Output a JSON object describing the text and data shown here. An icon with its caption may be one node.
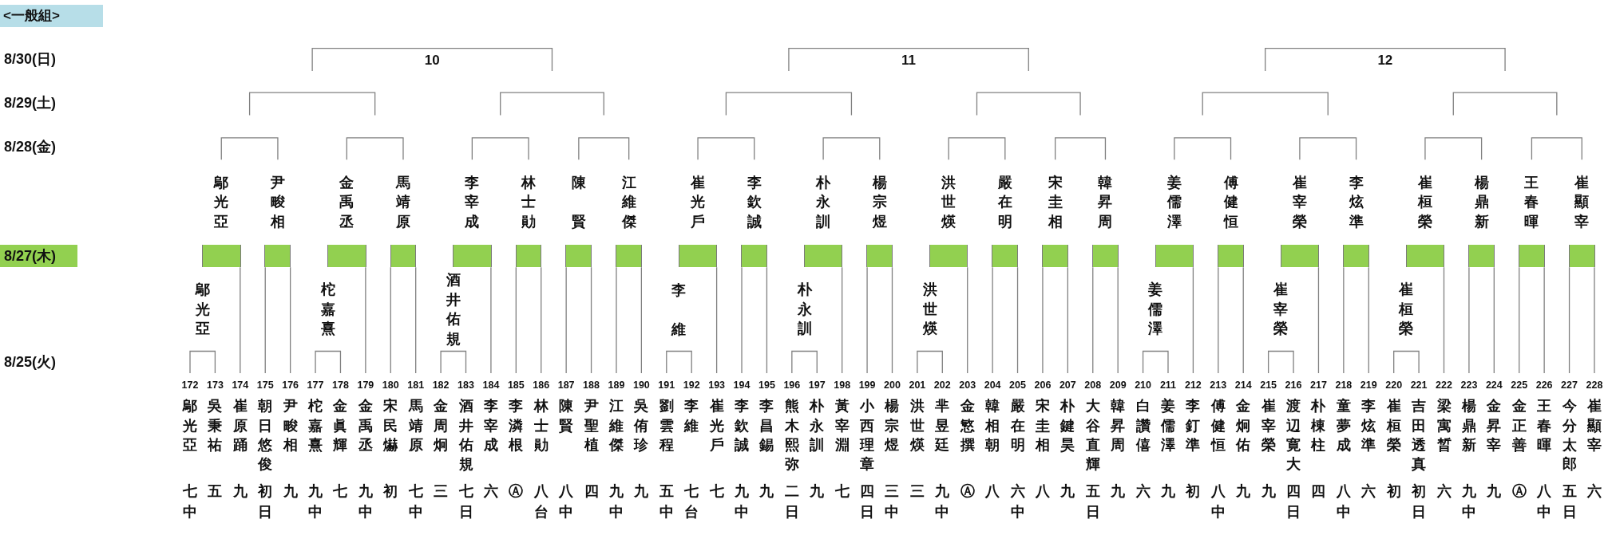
{
  "diagram": {
    "nodes": [
      {
        "text": [
          "<一般組>"
        ]
      },
      {
        "text": [
          "鄔光亞"
        ]
      },
      {
        "text": [
          "尹畯相"
        ]
      },
      {
        "text": [
          "金禹丞"
        ]
      },
      {
        "text": [
          "馬靖原"
        ]
      },
      {
        "text": [
          "李宰成"
        ]
      },
      {
        "text": [
          "林士勛"
        ]
      },
      {
        "text": [
          "陳賢"
        ]
      },
      {
        "text": [
          "江維傑"
        ]
      },
      {
        "text": [
          "崔光戶"
        ]
      },
      {
        "text": [
          "李欽誠"
        ]
      },
      {
        "text": [
          "朴永訓"
        ]
      },
      {
        "text": [
          "楊宗煜"
        ]
      },
      {
        "text": [
          "洪世煐"
        ]
      },
      {
        "text": [
          "嚴在明"
        ]
      },
      {
        "text": [
          "宋圭相"
        ]
      },
      {
        "text": [
          "韓昇周"
        ]
      },
      {
        "text": [
          "姜儒澤"
        ]
      },
      {
        "text": [
          "傅健恒"
        ]
      },
      {
        "text": [
          "崔宰榮"
        ]
      },
      {
        "text": [
          "李炫準"
        ]
      },
      {
        "text": [
          "崔桓榮"
        ]
      },
      {
        "text": [
          "楊鼎新"
        ]
      },
      {
        "text": [
          "王春暉"
        ]
      },
      {
        "text": [
          "崔顯宰"
        ]
      },
      {
        "text": [
          "8/27(木)"
        ]
      },
      {
        "text": [],
        "shape": "bar"
      },
      {
        "text": [],
        "shape": "bar"
      },
      {
        "text": [],
        "shape": "bar"
      },
      {
        "text": [],
        "shape": "bar"
      },
      {
        "text": [],
        "shape": "bar"
      },
      {
        "text": [],
        "shape": "bar"
      },
      {
        "text": [],
        "shape": "bar"
      },
      {
        "text": [],
        "shape": "bar"
      },
      {
        "text": [],
        "shape": "bar"
      },
      {
        "text": [],
        "shape": "bar"
      },
      {
        "text": [],
        "shape": "bar"
      },
      {
        "text": [],
        "shape": "bar"
      },
      {
        "text": [],
        "shape": "bar"
      },
      {
        "text": [],
        "shape": "bar"
      },
      {
        "text": [],
        "shape": "bar"
      },
      {
        "text": [],
        "shape": "bar"
      },
      {
        "text": [],
        "shape": "bar"
      },
      {
        "text": [],
        "shape": "bar"
      },
      {
        "text": [],
        "shape": "bar"
      },
      {
        "text": [],
        "shape": "bar"
      },
      {
        "text": [],
        "shape": "bar"
      },
      {
        "text": [],
        "shape": "bar"
      },
      {
        "text": [],
        "shape": "bar"
      },
      {
        "text": [],
        "shape": "bar"
      },
      {
        "text": [
          "172",
          "鄔光亞",
          "七中"
        ]
      },
      {
        "text": [
          "173",
          "吳秉祐",
          "五"
        ]
      },
      {
        "text": [
          "174",
          "崔原踊",
          "九"
        ]
      },
      {
        "text": [
          "175",
          "朝日悠俊",
          "初日"
        ]
      },
      {
        "text": [
          "176",
          "尹畯相",
          "九"
        ]
      },
      {
        "text": [
          "177",
          "柁嘉熹",
          "九中"
        ]
      },
      {
        "text": [
          "178",
          "金眞輝",
          "七"
        ]
      },
      {
        "text": [
          "179",
          "金禹丞",
          "九中"
        ]
      },
      {
        "text": [
          "180",
          "宋民爀",
          "初"
        ]
      },
      {
        "text": [
          "181",
          "馬靖原",
          "七中"
        ]
      },
      {
        "text": [
          "182",
          "金周炯",
          "三"
        ]
      },
      {
        "text": [
          "183",
          "酒井佑規",
          "七日"
        ]
      },
      {
        "text": [
          "184",
          "李宰成",
          "六"
        ]
      },
      {
        "text": [
          "185",
          "李潾根",
          "Ⓐ"
        ]
      },
      {
        "text": [
          "186",
          "林士勛",
          "八台"
        ]
      },
      {
        "text": [
          "187",
          "陳賢",
          "八中"
        ]
      },
      {
        "text": [
          "188",
          "尹聖植",
          "四"
        ]
      },
      {
        "text": [
          "189",
          "江維傑",
          "九中"
        ]
      },
      {
        "text": [
          "190",
          "吳侑珍",
          "九"
        ]
      },
      {
        "text": [
          "191",
          "劉雲程",
          "五中"
        ]
      },
      {
        "text": [
          "192",
          "李維",
          "七台"
        ]
      },
      {
        "text": [
          "193",
          "崔光戶",
          "七"
        ]
      },
      {
        "text": [
          "194",
          "李欽誠",
          "九中"
        ]
      },
      {
        "text": [
          "195",
          "李昌錫",
          "九"
        ]
      },
      {
        "text": [
          "196",
          "熊木熙弥",
          "二日"
        ]
      },
      {
        "text": [
          "197",
          "朴永訓",
          "九"
        ]
      },
      {
        "text": [
          "198",
          "黃宰淵",
          "七"
        ]
      },
      {
        "text": [
          "199",
          "小西理章",
          "四日"
        ]
      },
      {
        "text": [
          "200",
          "楊宗煜",
          "三中"
        ]
      },
      {
        "text": [
          "201",
          "洪世煐",
          "三"
        ]
      },
      {
        "text": [
          "202",
          "芈昱廷",
          "九中"
        ]
      },
      {
        "text": [
          "203",
          "金慜撰",
          "Ⓐ"
        ]
      },
      {
        "text": [
          "204",
          "韓相朝",
          "八"
        ]
      },
      {
        "text": [
          "205",
          "嚴在明",
          "六中"
        ]
      },
      {
        "text": [
          "206",
          "宋圭相",
          "八"
        ]
      },
      {
        "text": [
          "207",
          "朴鍵昊",
          "九"
        ]
      },
      {
        "text": [
          "208",
          "大谷直輝",
          "五日"
        ]
      },
      {
        "text": [
          "209",
          "韓昇周",
          "九"
        ]
      },
      {
        "text": [
          "210",
          "白讚僖",
          "六"
        ]
      },
      {
        "text": [
          "211",
          "姜儒澤",
          "九"
        ]
      },
      {
        "text": [
          "212",
          "李釘準",
          "初"
        ]
      },
      {
        "text": [
          "213",
          "傅健恒",
          "八中"
        ]
      },
      {
        "text": [
          "214",
          "金炯佑",
          "九"
        ]
      },
      {
        "text": [
          "215",
          "崔宰榮",
          "九"
        ]
      },
      {
        "text": [
          "216",
          "渡辺寛大",
          "四日"
        ]
      },
      {
        "text": [
          "217",
          "朴棟柱",
          "四"
        ]
      },
      {
        "text": [
          "218",
          "童夢成",
          "八中"
        ]
      },
      {
        "text": [
          "219",
          "李炫準",
          "六"
        ]
      },
      {
        "text": [
          "220",
          "崔桓榮",
          "初"
        ]
      },
      {
        "text": [
          "221",
          "吉田透真",
          "初日"
        ]
      },
      {
        "text": [
          "222",
          "梁寓晳",
          "六"
        ]
      },
      {
        "text": [
          "223",
          "楊鼎新",
          "九中"
        ]
      },
      {
        "text": [
          "224",
          "金昇宰",
          "九"
        ]
      },
      {
        "text": [
          "225",
          "金正善",
          "Ⓐ"
        ]
      },
      {
        "text": [
          "226",
          "王春暉",
          "八中"
        ]
      },
      {
        "text": [
          "227",
          "今分太郎",
          "五日"
        ]
      },
      {
        "text": [
          "228",
          "崔顯宰",
          "六"
        ]
      }
    ],
    "edges": [
      {
        "from": 1,
        "to": 2,
        "arrow": "none"
      },
      {
        "from": 3,
        "to": 4,
        "arrow": "none"
      },
      {
        "from": 5,
        "to": 6,
        "arrow": "none"
      },
      {
        "from": 7,
        "to": 8,
        "arrow": "none"
      },
      {
        "from": 9,
        "to": 10,
        "arrow": "none"
      },
      {
        "from": 11,
        "to": 12,
        "arrow": "none"
      },
      {
        "from": 13,
        "to": 14,
        "arrow": "none"
      },
      {
        "from": 15,
        "to": 16,
        "arrow": "none"
      },
      {
        "from": 17,
        "to": 18,
        "arrow": "none"
      },
      {
        "from": 19,
        "to": 20,
        "arrow": "none"
      },
      {
        "from": 21,
        "to": 22,
        "arrow": "none"
      },
      {
        "from": 23,
        "to": 24,
        "arrow": "none"
      },
      {
        "from": 50,
        "to": 51,
        "arrow": "none"
      },
      {
        "from": 52,
        "to": 26,
        "arrow": "none"
      },
      {
        "from": 53,
        "to": 27,
        "arrow": "none"
      },
      {
        "from": 54,
        "to": 27,
        "arrow": "none"
      },
      {
        "from": 55,
        "to": 56,
        "arrow": "none"
      },
      {
        "from": 57,
        "to": 28,
        "arrow": "none"
      },
      {
        "from": 58,
        "to": 29,
        "arrow": "none"
      },
      {
        "from": 59,
        "to": 29,
        "arrow": "none"
      },
      {
        "from": 60,
        "to": 61,
        "arrow": "none"
      },
      {
        "from": 62,
        "to": 30,
        "arrow": "none"
      },
      {
        "from": 63,
        "to": 31,
        "arrow": "none"
      },
      {
        "from": 64,
        "to": 31,
        "arrow": "none"
      },
      {
        "from": 65,
        "to": 32,
        "arrow": "none"
      },
      {
        "from": 66,
        "to": 32,
        "arrow": "none"
      },
      {
        "from": 67,
        "to": 33,
        "arrow": "none"
      },
      {
        "from": 68,
        "to": 33,
        "arrow": "none"
      },
      {
        "from": 69,
        "to": 70,
        "arrow": "none"
      },
      {
        "from": 71,
        "to": 34,
        "arrow": "none"
      },
      {
        "from": 72,
        "to": 35,
        "arrow": "none"
      },
      {
        "from": 73,
        "to": 35,
        "arrow": "none"
      },
      {
        "from": 74,
        "to": 75,
        "arrow": "none"
      },
      {
        "from": 76,
        "to": 36,
        "arrow": "none"
      },
      {
        "from": 77,
        "to": 37,
        "arrow": "none"
      },
      {
        "from": 78,
        "to": 37,
        "arrow": "none"
      },
      {
        "from": 79,
        "to": 80,
        "arrow": "none"
      },
      {
        "from": 81,
        "to": 38,
        "arrow": "none"
      },
      {
        "from": 82,
        "to": 39,
        "arrow": "none"
      },
      {
        "from": 83,
        "to": 39,
        "arrow": "none"
      },
      {
        "from": 84,
        "to": 40,
        "arrow": "none"
      },
      {
        "from": 85,
        "to": 40,
        "arrow": "none"
      },
      {
        "from": 86,
        "to": 41,
        "arrow": "none"
      },
      {
        "from": 87,
        "to": 41,
        "arrow": "none"
      },
      {
        "from": 88,
        "to": 89,
        "arrow": "none"
      },
      {
        "from": 90,
        "to": 42,
        "arrow": "none"
      },
      {
        "from": 91,
        "to": 43,
        "arrow": "none"
      },
      {
        "from": 92,
        "to": 43,
        "arrow": "none"
      },
      {
        "from": 93,
        "to": 94,
        "arrow": "none"
      },
      {
        "from": 95,
        "to": 44,
        "arrow": "none"
      },
      {
        "from": 96,
        "to": 45,
        "arrow": "none"
      },
      {
        "from": 97,
        "to": 45,
        "arrow": "none"
      },
      {
        "from": 98,
        "to": 99,
        "arrow": "none"
      },
      {
        "from": 100,
        "to": 46,
        "arrow": "none"
      },
      {
        "from": 101,
        "to": 47,
        "arrow": "none"
      },
      {
        "from": 102,
        "to": 47,
        "arrow": "none"
      },
      {
        "from": 103,
        "to": 48,
        "arrow": "none"
      },
      {
        "from": 104,
        "to": 48,
        "arrow": "none"
      },
      {
        "from": 105,
        "to": 49,
        "arrow": "none"
      },
      {
        "from": 106,
        "to": 49,
        "arrow": "none"
      }
    ],
    "labels": [
      "8/30(日)",
      "10",
      "11",
      "12",
      "8/29(土)",
      "8/28(金)",
      "鄔光亞",
      "柁嘉熹",
      "酒井佑規",
      "李維",
      "朴永訓",
      "洪世煐",
      "姜儒澤",
      "崔宰榮",
      "崔桓榮",
      "8/25(火)"
    ]
  }
}
